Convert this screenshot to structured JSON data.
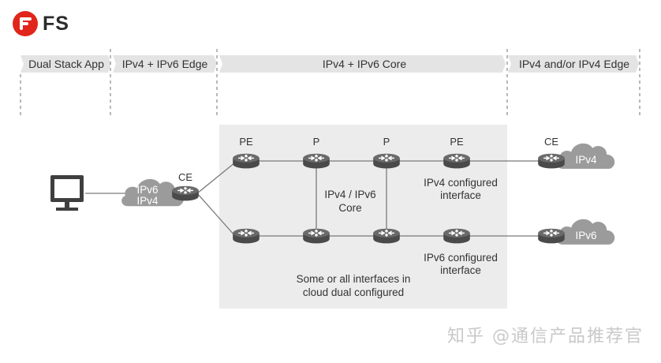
{
  "logo": {
    "text": "FS",
    "color": "#e1251b"
  },
  "stages": [
    {
      "label": "Dual Stack App"
    },
    {
      "label": "IPv4 + IPv6 Edge"
    },
    {
      "label": "IPv4 + IPv6 Core"
    },
    {
      "label": "IPv4 and/or IPv4 Edge"
    }
  ],
  "nodes": {
    "ce_left": "CE",
    "pe_top": "PE",
    "p_top_1": "P",
    "p_top_2": "P",
    "pe_top_right": "PE",
    "ce_right": "CE"
  },
  "clouds": {
    "left_line1": "IPv6",
    "left_line2": "IPv4",
    "right_top": "IPv4",
    "right_bottom": "IPv6"
  },
  "notes": {
    "core_line1": "IPv4 / IPv6",
    "core_line2": "Core",
    "ipv4_line1": "IPv4 configured",
    "ipv4_line2": "interface",
    "ipv6_line1": "IPv6 configured",
    "ipv6_line2": "interface",
    "dual_line1": "Some or all interfaces in",
    "dual_line2": "cloud dual configured"
  },
  "watermark": "知乎 @通信产品推荐官",
  "colors": {
    "router": "#5a5a5a",
    "cloud": "#9b9b9b",
    "core_bg": "#ececec",
    "banner": "#e4e4e4"
  }
}
